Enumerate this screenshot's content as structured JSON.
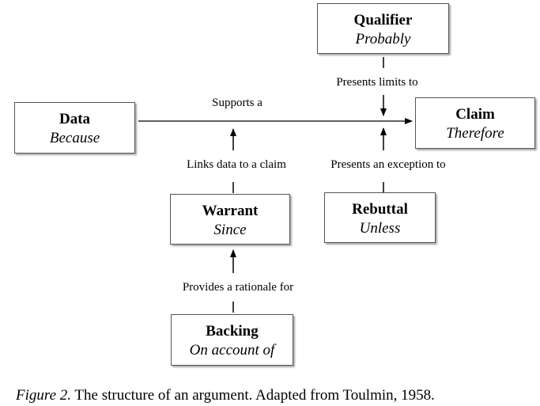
{
  "nodes": {
    "qualifier": {
      "title": "Qualifier",
      "subtitle": "Probably"
    },
    "data": {
      "title": "Data",
      "subtitle": "Because"
    },
    "claim": {
      "title": "Claim",
      "subtitle": "Therefore"
    },
    "warrant": {
      "title": "Warrant",
      "subtitle": "Since"
    },
    "rebuttal": {
      "title": "Rebuttal",
      "subtitle": "Unless"
    },
    "backing": {
      "title": "Backing",
      "subtitle": "On account of"
    }
  },
  "edges": {
    "data_claim": "Supports a",
    "qualifier_claim": "Presents limits to",
    "warrant_data": "Links data to a claim",
    "rebuttal_claim": "Presents an exception to",
    "backing_warrant": "Provides a rationale for"
  },
  "caption": {
    "lead": "Figure 2.",
    "text": " The structure of an argument. Adapted from Toulmin, 1958."
  }
}
